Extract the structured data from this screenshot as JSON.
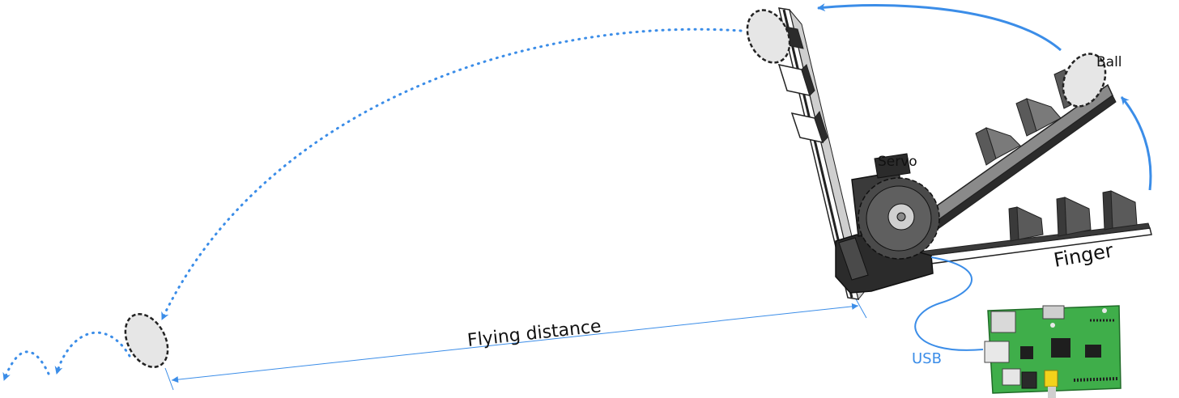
{
  "labels": {
    "ball": "Ball",
    "servo": "Servo",
    "finger": "Finger",
    "usb": "USB",
    "flying_distance": "Flying distance"
  },
  "colors": {
    "accent_blue": "#3b8de8",
    "dark_part": "#2b2b2b",
    "mid_part": "#5a5a5a",
    "ball_fill": "#e6e6e6",
    "board_green": "#3fae4a",
    "yellow_jack": "#f3d21b",
    "label_text": "#111111"
  },
  "icons": {
    "ball": "dashed-ellipse-ball",
    "servo": "servo-gear-icon",
    "board": "circuit-board-icon"
  }
}
